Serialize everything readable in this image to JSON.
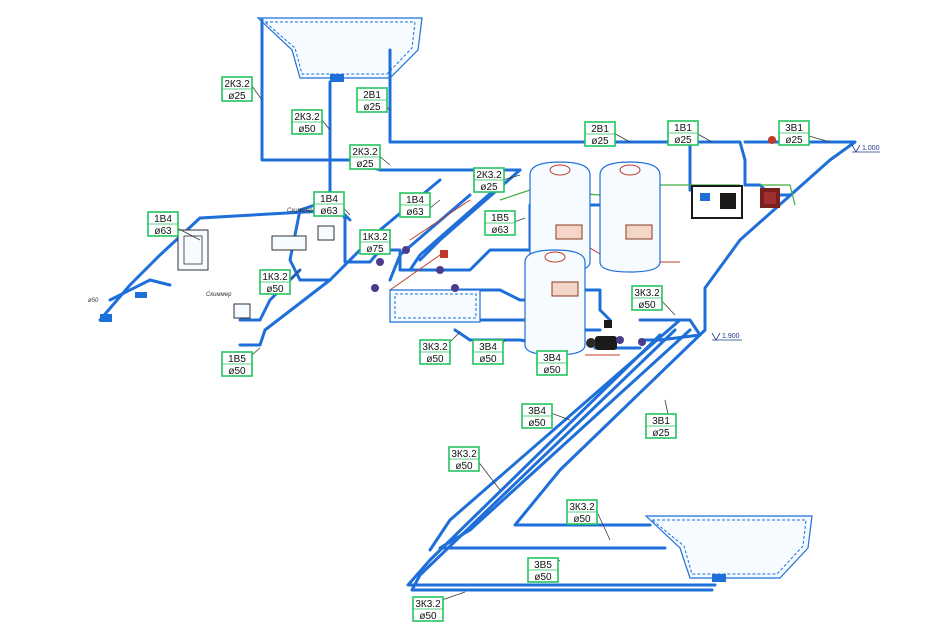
{
  "tags": [
    {
      "id": "t1",
      "line1": "2К3.2",
      "line2": "ø25"
    },
    {
      "id": "t2",
      "line1": "2В1",
      "line2": "ø25"
    },
    {
      "id": "t3",
      "line1": "2К3.2",
      "line2": "ø50"
    },
    {
      "id": "t4",
      "line1": "2К3.2",
      "line2": "ø25"
    },
    {
      "id": "t5",
      "line1": "2В1",
      "line2": "ø25"
    },
    {
      "id": "t6",
      "line1": "1В1",
      "line2": "ø25"
    },
    {
      "id": "t7",
      "line1": "3В1",
      "line2": "ø25"
    },
    {
      "id": "t8",
      "line1": "2К3.2",
      "line2": "ø25"
    },
    {
      "id": "t9",
      "line1": "1В4",
      "line2": "ø63"
    },
    {
      "id": "t10",
      "line1": "1В4",
      "line2": "ø63"
    },
    {
      "id": "t11",
      "line1": "1В4",
      "line2": "ø63"
    },
    {
      "id": "t12",
      "line1": "1В5",
      "line2": "ø63"
    },
    {
      "id": "t13",
      "line1": "1К3.2",
      "line2": "ø75"
    },
    {
      "id": "t14",
      "line1": "1К3.2",
      "line2": "ø50"
    },
    {
      "id": "t15",
      "line1": "3К3.2",
      "line2": "ø50"
    },
    {
      "id": "t16",
      "line1": "1В5",
      "line2": "ø50"
    },
    {
      "id": "t17",
      "line1": "3К3.2",
      "line2": "ø50"
    },
    {
      "id": "t18",
      "line1": "3В4",
      "line2": "ø50"
    },
    {
      "id": "t19",
      "line1": "3В4",
      "line2": "ø50"
    },
    {
      "id": "t20",
      "line1": "3В4",
      "line2": "ø50"
    },
    {
      "id": "t21",
      "line1": "3В1",
      "line2": "ø25"
    },
    {
      "id": "t22",
      "line1": "3К3.2",
      "line2": "ø50"
    },
    {
      "id": "t23",
      "line1": "3К3.2",
      "line2": "ø50"
    },
    {
      "id": "t24",
      "line1": "3В5",
      "line2": "ø50"
    },
    {
      "id": "t25",
      "line1": "3К3.2",
      "line2": "ø50"
    }
  ],
  "annotations": {
    "skimmer1": "Скиммер",
    "skimmer2": "Скиммер",
    "level1": "1.000",
    "level2": "1.900",
    "diam": "ø50"
  }
}
